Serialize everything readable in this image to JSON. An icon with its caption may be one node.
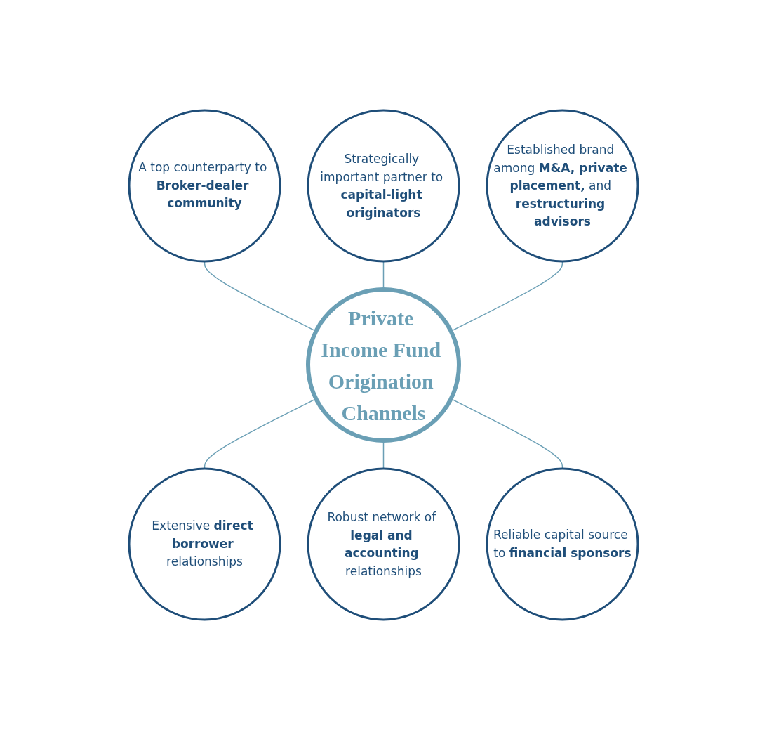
{
  "diagram": {
    "nodes": [
      {
        "text": [
          "A top counterparty to **Broker-dealer community**"
        ]
      },
      {
        "text": [
          "Strategically important partner to **capital-light originators**"
        ]
      },
      {
        "text": [
          "Established brand among **M&A, private placement,** and **restructuring advisors**"
        ]
      },
      {
        "text": [
          "Private Income Fund Origination Channels"
        ]
      },
      {
        "text": [
          "Extensive **direct borrower** relationships"
        ]
      },
      {
        "text": [
          "Robust network of **legal and accounting** relationships"
        ]
      },
      {
        "text": [
          "Reliable capital source to **financial sponsors**"
        ]
      }
    ],
    "edges": [
      {
        "from": 0,
        "to": 3,
        "arrow": "none"
      },
      {
        "from": 1,
        "to": 3,
        "arrow": "none"
      },
      {
        "from": 2,
        "to": 3,
        "arrow": "none"
      },
      {
        "from": 3,
        "to": 4,
        "arrow": "none"
      },
      {
        "from": 3,
        "to": 5,
        "arrow": "none"
      },
      {
        "from": 3,
        "to": 6,
        "arrow": "none"
      }
    ]
  }
}
